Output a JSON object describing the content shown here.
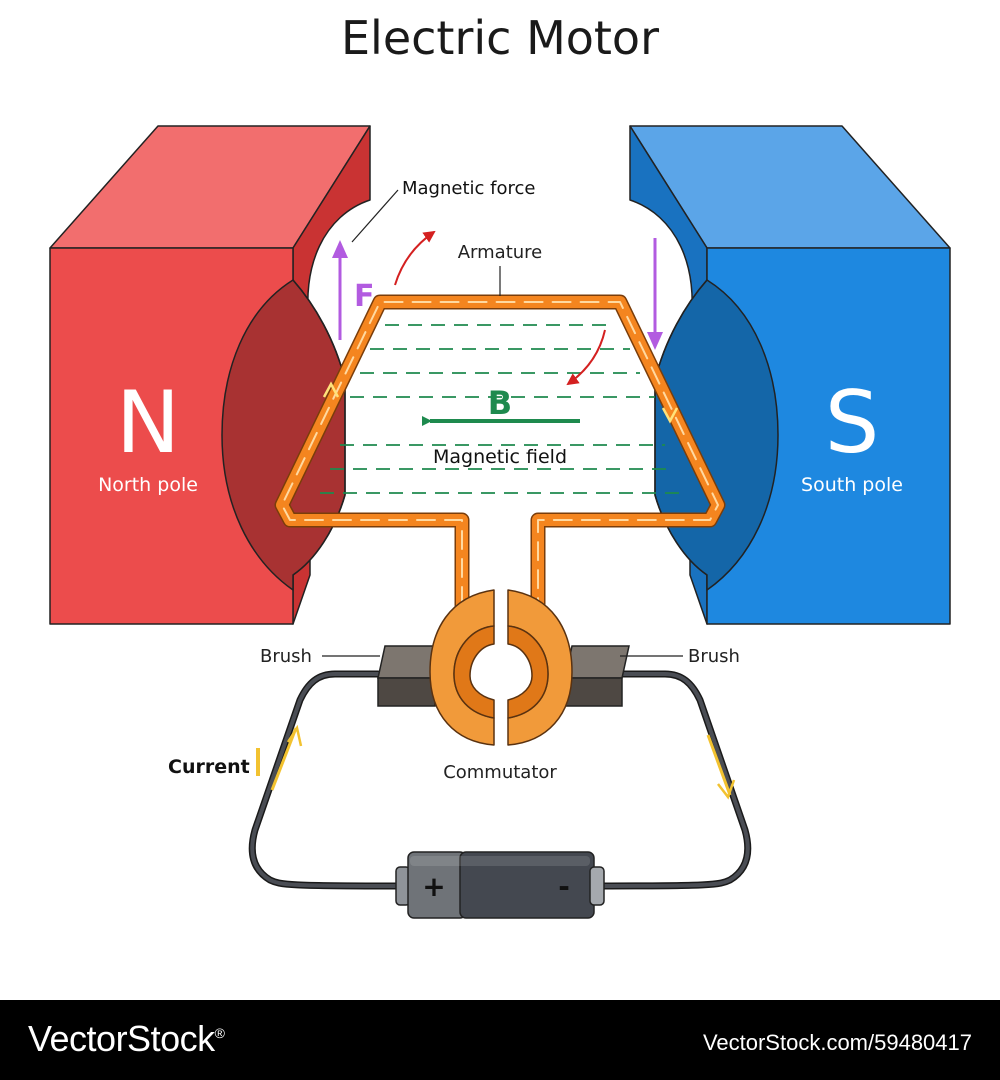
{
  "title": "Electric Motor",
  "labels": {
    "north_letter": "N",
    "north_pole": "North pole",
    "south_letter": "S",
    "south_pole": "South pole",
    "magnetic_force": "Magnetic force",
    "force_symbol": "F",
    "armature": "Armature",
    "field_symbol": "B",
    "magnetic_field": "Magnetic field",
    "brush_left": "Brush",
    "brush_right": "Brush",
    "commutator": "Commutator",
    "current": "Current",
    "battery_plus": "+",
    "battery_minus": "-"
  },
  "footer": {
    "brand": "VectorStock",
    "brand_mark": "®",
    "stock_id": "VectorStock.com/59480417"
  },
  "colors": {
    "north": "#ec4c4c",
    "north_face": "#f26e6e",
    "north_side": "#c93333",
    "north_recess": "#a83232",
    "south": "#1e88e0",
    "south_face": "#5ba5e8",
    "south_side": "#1972c0",
    "south_recess": "#1466a8",
    "armature": "#f4851f",
    "field": "#1e8a4e",
    "force": "#b25be0",
    "rotation": "#d42020",
    "current": "#f2c230",
    "brush": "#5c5550",
    "wire": "#4a4d54"
  }
}
